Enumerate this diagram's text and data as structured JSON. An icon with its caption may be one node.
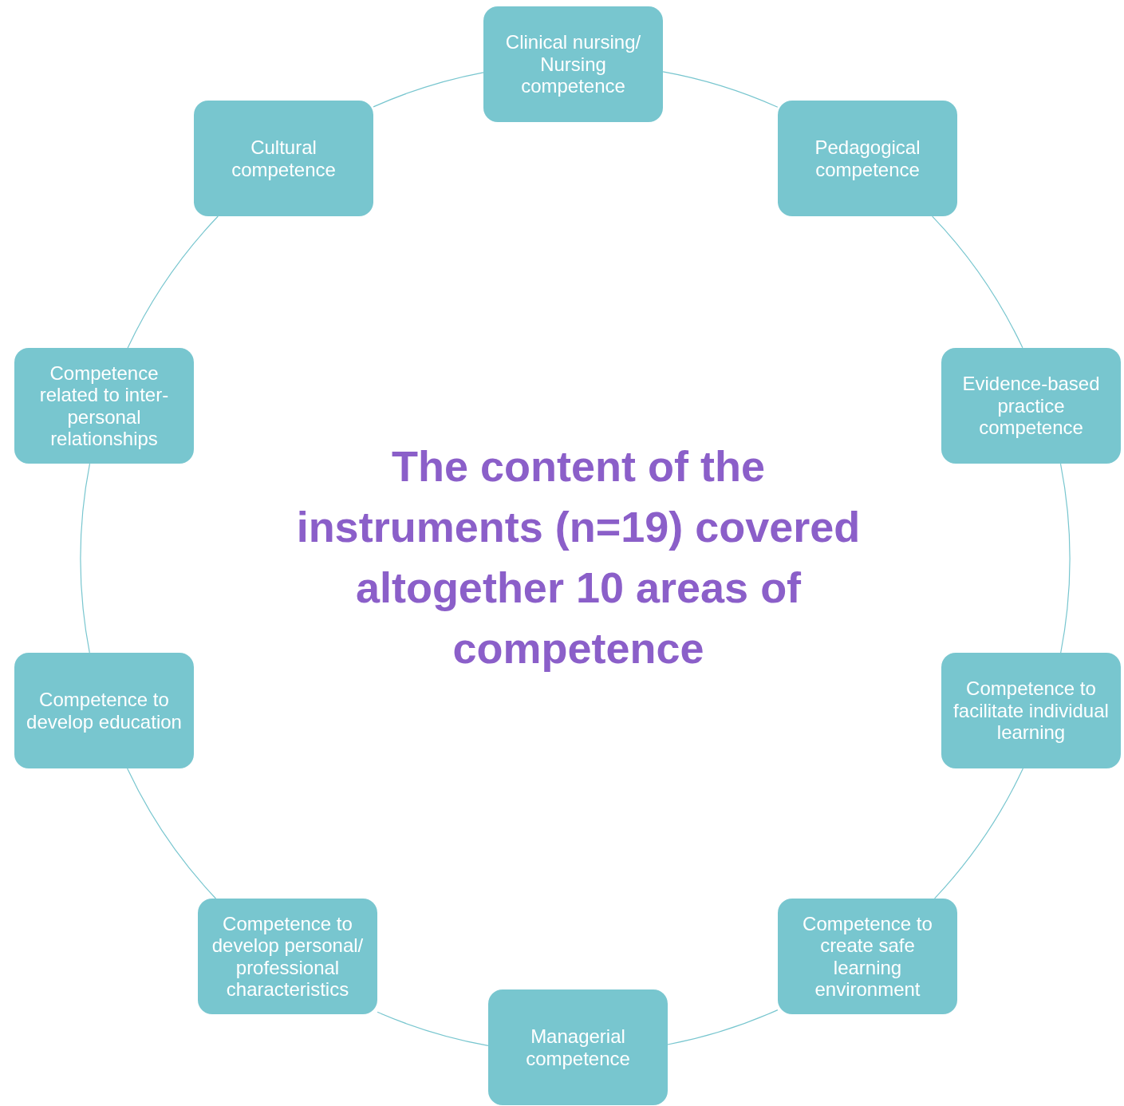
{
  "diagram": {
    "title": "The content of the instruments (n=19) covered altogether 10 areas of competence",
    "nodes": [
      {
        "text": [
          "Clinical nursing/ Nursing competence"
        ]
      },
      {
        "text": [
          "Pedagogical competence"
        ]
      },
      {
        "text": [
          "Evidence-based practice competence"
        ]
      },
      {
        "text": [
          "Competence to facilitate individual learning"
        ]
      },
      {
        "text": [
          "Competence to create safe learning environment"
        ]
      },
      {
        "text": [
          "Managerial competence"
        ]
      },
      {
        "text": [
          "Competence to develop personal/ professional characteristics"
        ]
      },
      {
        "text": [
          "Competence to develop education"
        ]
      },
      {
        "text": [
          "Competence related to inter- personal relationships"
        ]
      },
      {
        "text": [
          "Cultural competence"
        ]
      }
    ],
    "edges": [
      {
        "from": 0,
        "to": 1,
        "arrow": "none"
      },
      {
        "from": 1,
        "to": 2,
        "arrow": "none"
      },
      {
        "from": 2,
        "to": 3,
        "arrow": "none"
      },
      {
        "from": 3,
        "to": 4,
        "arrow": "none"
      },
      {
        "from": 4,
        "to": 5,
        "arrow": "none"
      },
      {
        "from": 5,
        "to": 6,
        "arrow": "none"
      },
      {
        "from": 6,
        "to": 7,
        "arrow": "none"
      },
      {
        "from": 7,
        "to": 8,
        "arrow": "none"
      },
      {
        "from": 8,
        "to": 9,
        "arrow": "none"
      },
      {
        "from": 9,
        "to": 0,
        "arrow": "none"
      }
    ]
  }
}
